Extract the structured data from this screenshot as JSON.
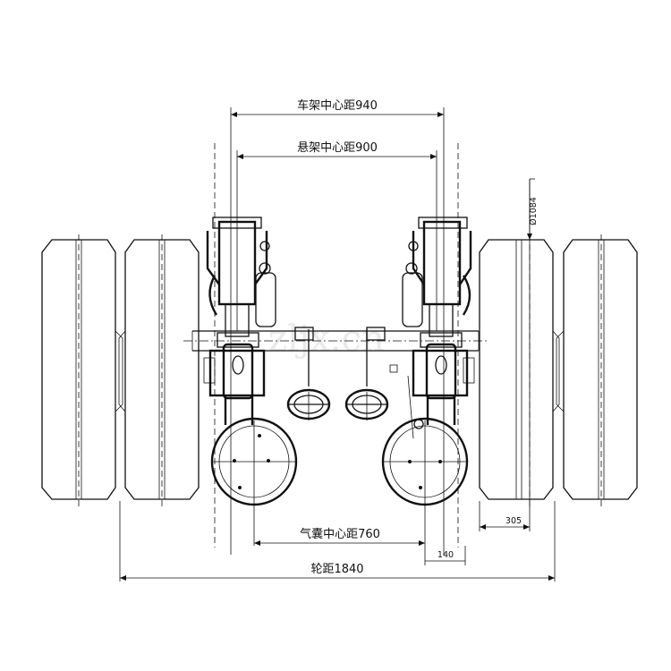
{
  "dimensions": {
    "frame_center": "车架中心距940",
    "suspension_center": "悬架中心距900",
    "airbag_center": "气囊中心距760",
    "track": "轮距1840",
    "tire_diameter": "Ø1084",
    "tire_width": "305",
    "offset": "140"
  },
  "watermark": "zljx.cn"
}
